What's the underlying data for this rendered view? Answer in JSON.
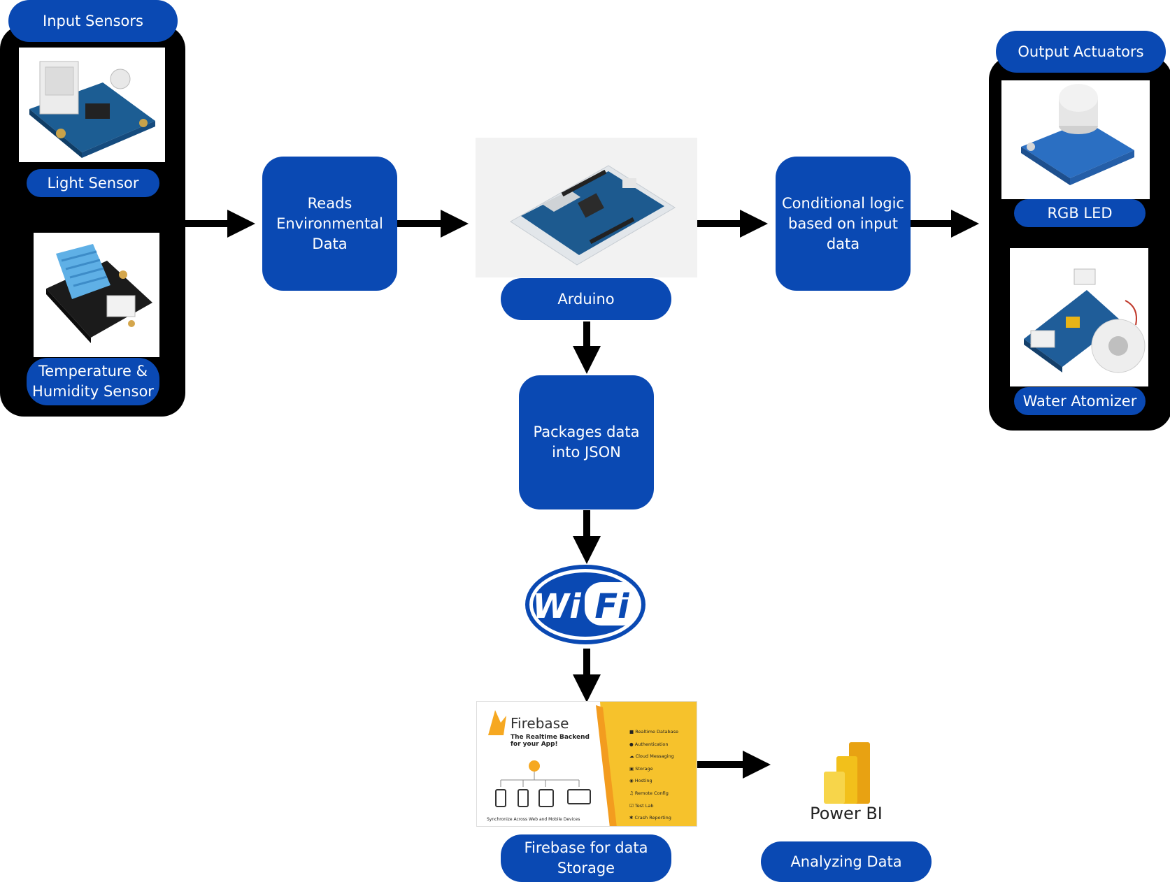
{
  "input_panel": {
    "title": "Input Sensors",
    "sensors": [
      {
        "label": "Light Sensor"
      },
      {
        "label": "Temperature & Humidity Sensor"
      }
    ]
  },
  "output_panel": {
    "title": "Output Actuators",
    "actuators": [
      {
        "label": "RGB LED"
      },
      {
        "label": "Water Atomizer"
      }
    ]
  },
  "steps": {
    "reads": "Reads Environmental Data",
    "arduino": "Arduino",
    "logic": "Conditional logic based on input data",
    "packages": "Packages data into JSON",
    "firebase": "Firebase for data Storage",
    "analyzing": "Analyzing Data"
  },
  "wifi": {
    "left": "Wi",
    "right": "Fi"
  },
  "firebase_card": {
    "brand": "Firebase",
    "tagline_1": "The Realtime Backend",
    "tagline_2": "for your App!",
    "footer": "Synchronize Across Web and Mobile Devices",
    "features": [
      "Realtime Database",
      "Authentication",
      "Cloud Messaging",
      "Storage",
      "Hosting",
      "Remote Config",
      "Test Lab",
      "Crash Reporting"
    ]
  },
  "powerbi": {
    "label": "Power BI"
  },
  "colors": {
    "accent": "#0a49b3",
    "panel": "#000000",
    "firebase_yellow": "#f6c22c"
  }
}
